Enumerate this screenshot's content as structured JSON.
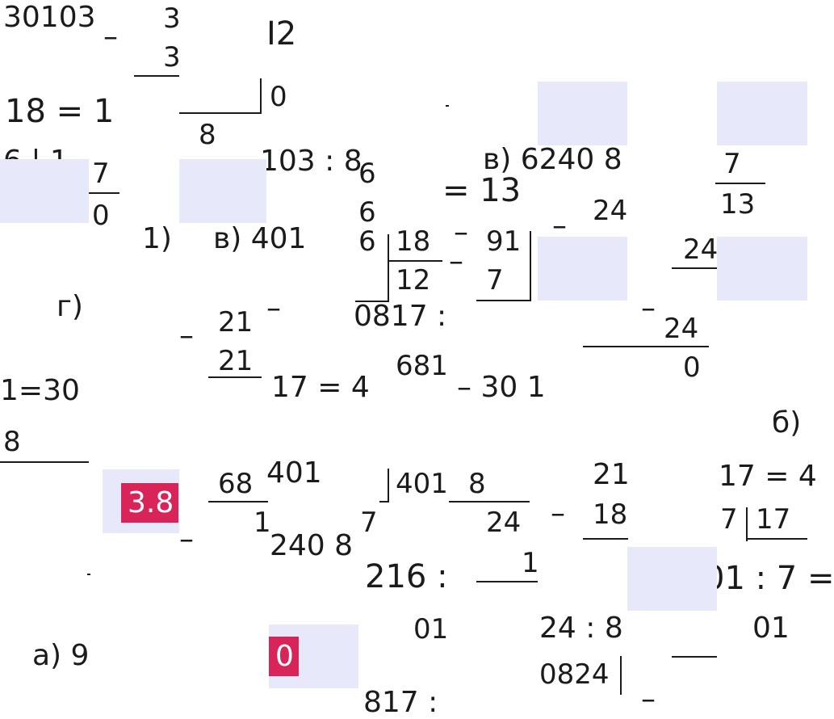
{
  "frags": {
    "a": "30103",
    "b": "–",
    "c": "3",
    "d": "3",
    "e": "I2",
    "f": "18 = 1",
    "g": "0",
    "h": "8",
    "i": "6 | 1",
    "j": "103 : 8",
    "k": "6",
    "l": "6",
    "m": "= 13",
    "n": "в) 6240 8",
    "o": "7",
    "p": "7",
    "q": "0",
    "r": "13",
    "s": "24",
    "t": "1)",
    "u": "в) 401",
    "v": "6",
    "w": "18",
    "x": "–",
    "y": "91",
    "z": "–",
    "aa": "12",
    "ab": "7",
    "ac": "24",
    "ad": "г)",
    "ae": "21",
    "af": "–",
    "ag": "0817 :",
    "ah": "21",
    "ai": "–",
    "aj": "–",
    "ak": "24",
    "al": "1=30",
    "am": "681",
    "an": "17 = 4",
    "ao": "– 30 1",
    "ap": "0",
    "aq": "б)",
    "ar": "8",
    "as": "401",
    "at": "21",
    "au": "17 = 4",
    "av": "68",
    "aw": "401",
    "ax": "8",
    "ay": "7",
    "az": "17",
    "ba": "–",
    "bb": "1",
    "bc": "7",
    "bd": "24",
    "be": "–",
    "bf": "18",
    "bg": "240 8",
    "bh": "216 :",
    "bi": "1",
    "bj": "01 : 7 =",
    "bk": "01",
    "bl": "24 : 8",
    "bm": "01",
    "bn": "а) 9",
    "bo": "0824",
    "bp": "817 :",
    "bq": "–"
  },
  "badges": {
    "first": "3.8",
    "second": "0"
  }
}
